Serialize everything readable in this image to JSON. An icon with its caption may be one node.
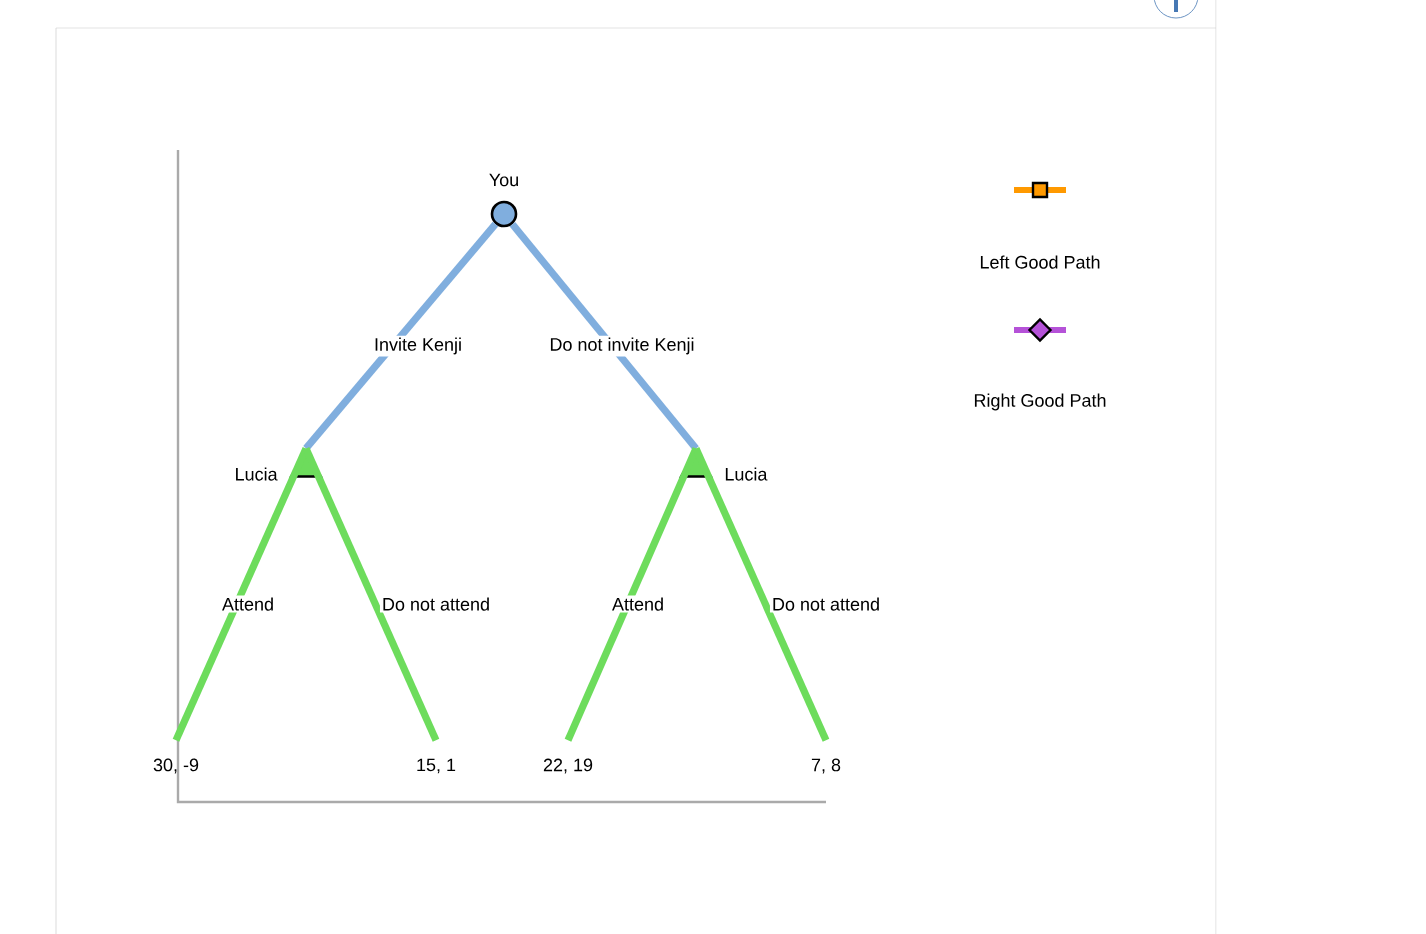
{
  "diagram": {
    "nodes": [
      {
        "text": [
          "You"
        ]
      },
      {
        "text": [
          "Lucia"
        ]
      },
      {
        "text": [
          "Lucia"
        ]
      },
      {
        "text": [
          "30, -9"
        ]
      },
      {
        "text": [
          "15, 1"
        ]
      },
      {
        "text": [
          "22, 19"
        ]
      },
      {
        "text": [
          "7, 8"
        ]
      }
    ],
    "edges": [
      {
        "from": 0,
        "to": 1,
        "arrow": "none",
        "label": "Invite Kenji",
        "color": "#80aede"
      },
      {
        "from": 0,
        "to": 2,
        "arrow": "none",
        "label": "Do not invite Kenji",
        "color": "#80aede"
      },
      {
        "from": 1,
        "to": 3,
        "arrow": "none",
        "label": "Attend"
      },
      {
        "from": 1,
        "to": 4,
        "arrow": "none",
        "label": "Do not attend"
      },
      {
        "from": 2,
        "to": 5,
        "arrow": "none",
        "label": "Attend"
      },
      {
        "from": 2,
        "to": 6,
        "arrow": "none",
        "label": "Do not attend"
      }
    ],
    "legend": [
      {
        "text": "Left Good Path"
      },
      {
        "text": "Right Good Path"
      }
    ]
  }
}
